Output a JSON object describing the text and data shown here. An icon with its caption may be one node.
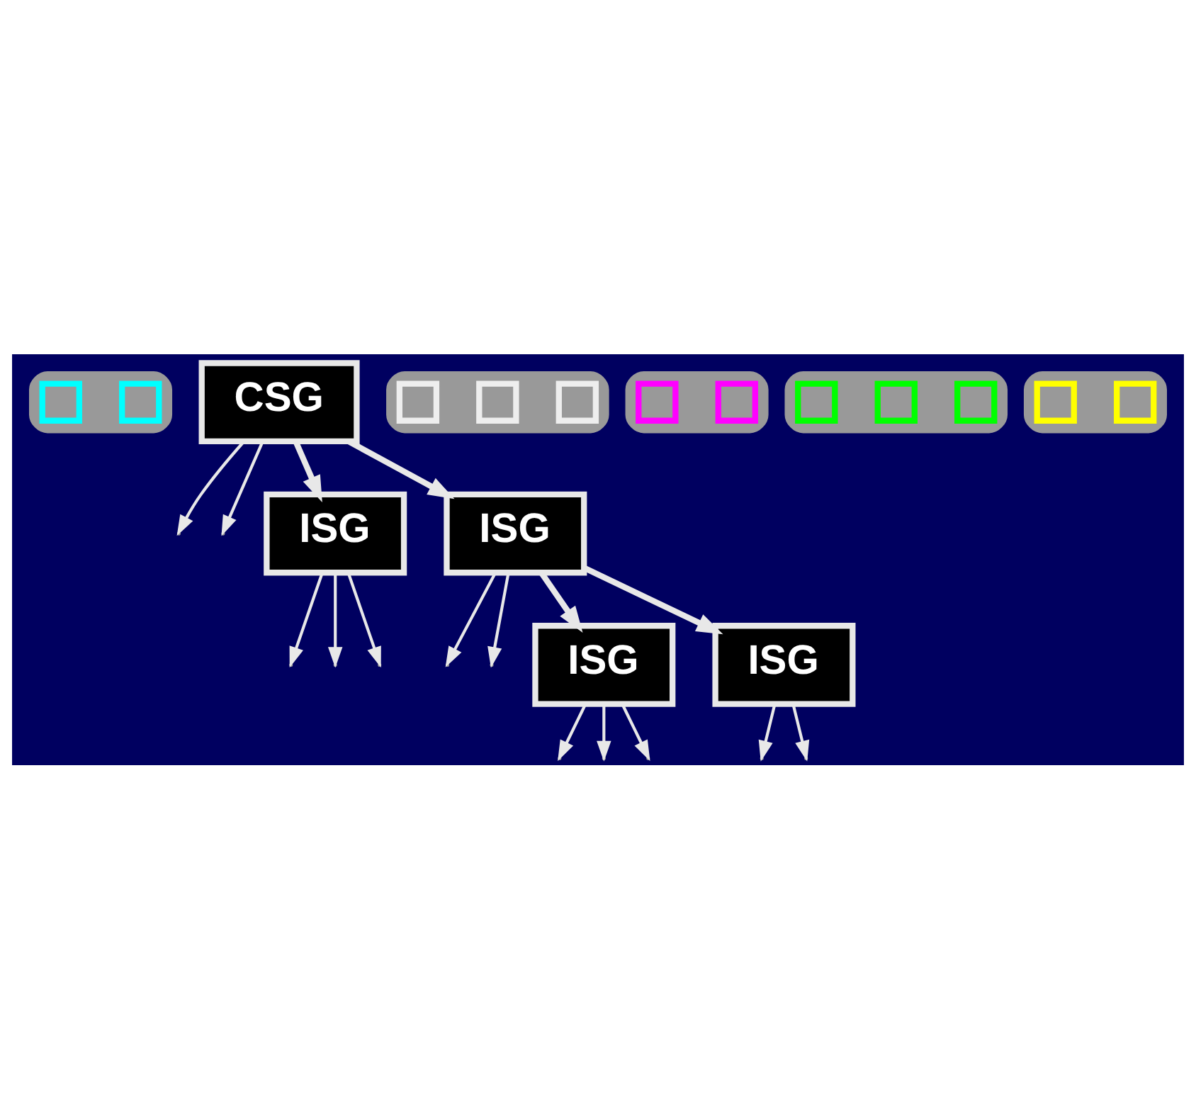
{
  "diagram": {
    "nodes": [
      {
        "text": [],
        "shape": "cloud"
      },
      {
        "text": [
          "CSG"
        ]
      },
      {
        "text": [],
        "shape": "box",
        "in": 0
      },
      {
        "text": [],
        "shape": "box",
        "in": 0
      },
      {
        "text": [],
        "shape": "cloud"
      },
      {
        "text": [
          "ISG"
        ]
      },
      {
        "text": [],
        "shape": "box",
        "in": 4
      },
      {
        "text": [],
        "shape": "box",
        "in": 4
      },
      {
        "text": [],
        "shape": "box",
        "in": 4
      },
      {
        "text": [],
        "shape": "cloud"
      },
      {
        "text": [
          "ISG"
        ]
      },
      {
        "text": [],
        "shape": "box",
        "in": 9
      },
      {
        "text": [],
        "shape": "box",
        "in": 9
      },
      {
        "text": [],
        "shape": "cloud"
      },
      {
        "text": [
          "ISG"
        ]
      },
      {
        "text": [],
        "shape": "box",
        "in": 13
      },
      {
        "text": [],
        "shape": "box",
        "in": 13
      },
      {
        "text": [],
        "shape": "box",
        "in": 13
      },
      {
        "text": [],
        "shape": "cloud"
      },
      {
        "text": [
          "ISG"
        ]
      },
      {
        "text": [],
        "shape": "box",
        "in": 18
      },
      {
        "text": [],
        "shape": "box",
        "in": 18
      }
    ],
    "edges": [
      {
        "from": 1,
        "to": 5,
        "arrow": "to",
        "style": "thick"
      },
      {
        "from": 1,
        "to": null,
        "arrow": "to"
      },
      {
        "from": 1,
        "to": null,
        "arrow": "to"
      },
      {
        "from": 1,
        "to": 10,
        "arrow": "to",
        "style": "thick"
      },
      {
        "from": 5,
        "to": null,
        "arrow": "to"
      },
      {
        "from": 5,
        "to": null,
        "arrow": "to"
      },
      {
        "from": 5,
        "to": null,
        "arrow": "to"
      },
      {
        "from": 10,
        "to": null,
        "arrow": "to"
      },
      {
        "from": 10,
        "to": null,
        "arrow": "to"
      },
      {
        "from": 10,
        "to": 14,
        "arrow": "to",
        "style": "thick"
      },
      {
        "from": 10,
        "to": 19,
        "arrow": "to",
        "style": "thick"
      },
      {
        "from": 14,
        "to": null,
        "arrow": "to"
      },
      {
        "from": 14,
        "to": null,
        "arrow": "to"
      },
      {
        "from": 14,
        "to": null,
        "arrow": "to"
      },
      {
        "from": 19,
        "to": null,
        "arrow": "to"
      },
      {
        "from": 19,
        "to": null,
        "arrow": "to"
      }
    ]
  }
}
